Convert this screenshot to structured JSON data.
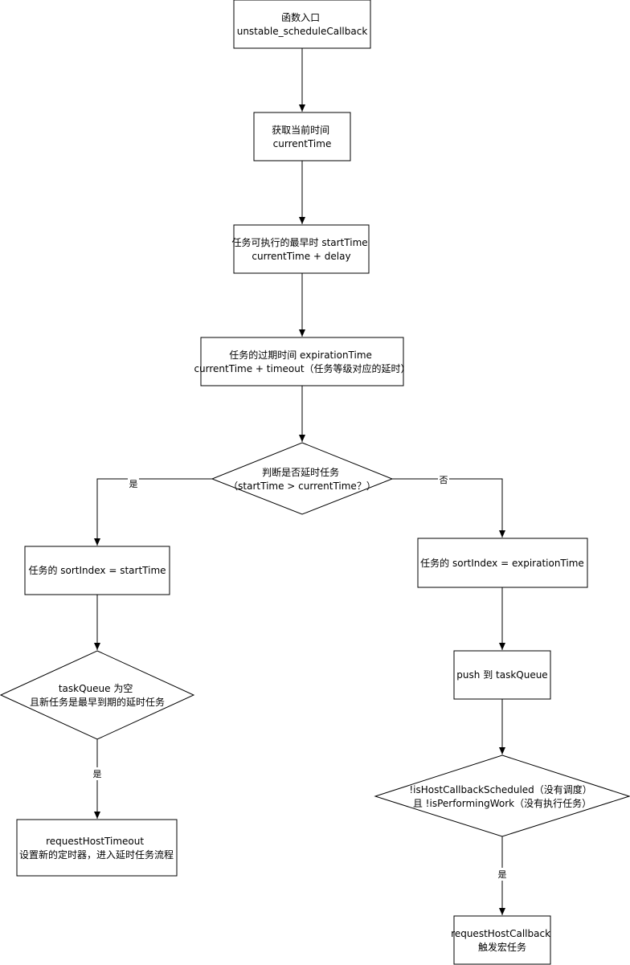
{
  "diagram": {
    "nodes": {
      "entry": {
        "lines": [
          "函数入口",
          "unstable_scheduleCallback"
        ]
      },
      "get_time": {
        "lines": [
          "获取当前时间",
          "currentTime"
        ]
      },
      "start_time": {
        "lines": [
          "任务可执行的最早时 startTime",
          "currentTime + delay"
        ]
      },
      "expiration": {
        "lines": [
          "任务的过期时间 expirationTime",
          "currentTime + timeout（任务等级对应的延时）"
        ]
      },
      "is_delayed": {
        "lines": [
          "判断是否延时任务",
          "（startTime > currentTime？）"
        ]
      },
      "sort_start": {
        "lines": [
          "任务的 sortIndex = startTime"
        ]
      },
      "sort_expiration": {
        "lines": [
          "任务的 sortIndex = expirationTime"
        ]
      },
      "queue_check": {
        "lines": [
          "taskQueue 为空",
          "且新任务是最早到期的延时任务"
        ]
      },
      "push_queue": {
        "lines": [
          "push 到 taskQueue"
        ]
      },
      "callback_check": {
        "lines": [
          "!isHostCallbackScheduled（没有调度）",
          "且 !isPerformingWork（没有执行任务）"
        ]
      },
      "request_timeout": {
        "lines": [
          "requestHostTimeout",
          "设置新的定时器，进入延时任务流程"
        ]
      },
      "request_callback": {
        "lines": [
          "requestHostCallback",
          "触发宏任务"
        ]
      }
    },
    "edge_labels": {
      "yes_delayed": "是",
      "no_delayed": "否",
      "yes_queue": "是",
      "yes_callback": "是"
    }
  }
}
